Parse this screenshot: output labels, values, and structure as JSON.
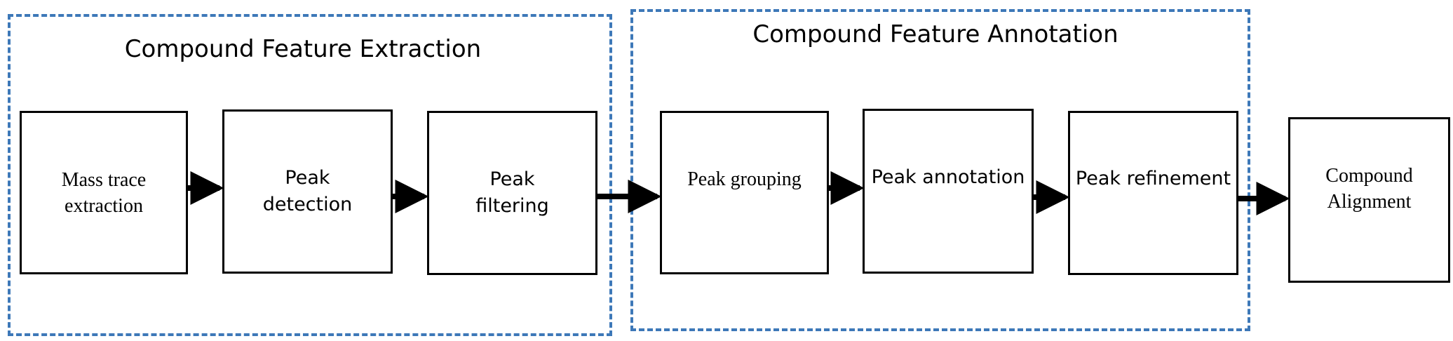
{
  "groups": {
    "extraction": {
      "title": "Compound Feature Extraction"
    },
    "annotation": {
      "title": "Compound Feature Annotation"
    }
  },
  "steps": {
    "mass_trace": {
      "line1": "Mass trace",
      "line2": "extraction"
    },
    "peak_detection": {
      "line1": "Peak",
      "line2": "detection"
    },
    "peak_filtering": {
      "line1": "Peak",
      "line2": "filtering"
    },
    "peak_grouping": {
      "line1": "Peak grouping"
    },
    "peak_annotation": {
      "line1": "Peak annotation"
    },
    "peak_refinement": {
      "line1": "Peak refinement"
    },
    "compound_alignment": {
      "line1": "Compound",
      "line2": "Alignment"
    }
  },
  "colors": {
    "group_border": "#3d78b8",
    "box_border": "#000000",
    "arrow": "#000000"
  }
}
